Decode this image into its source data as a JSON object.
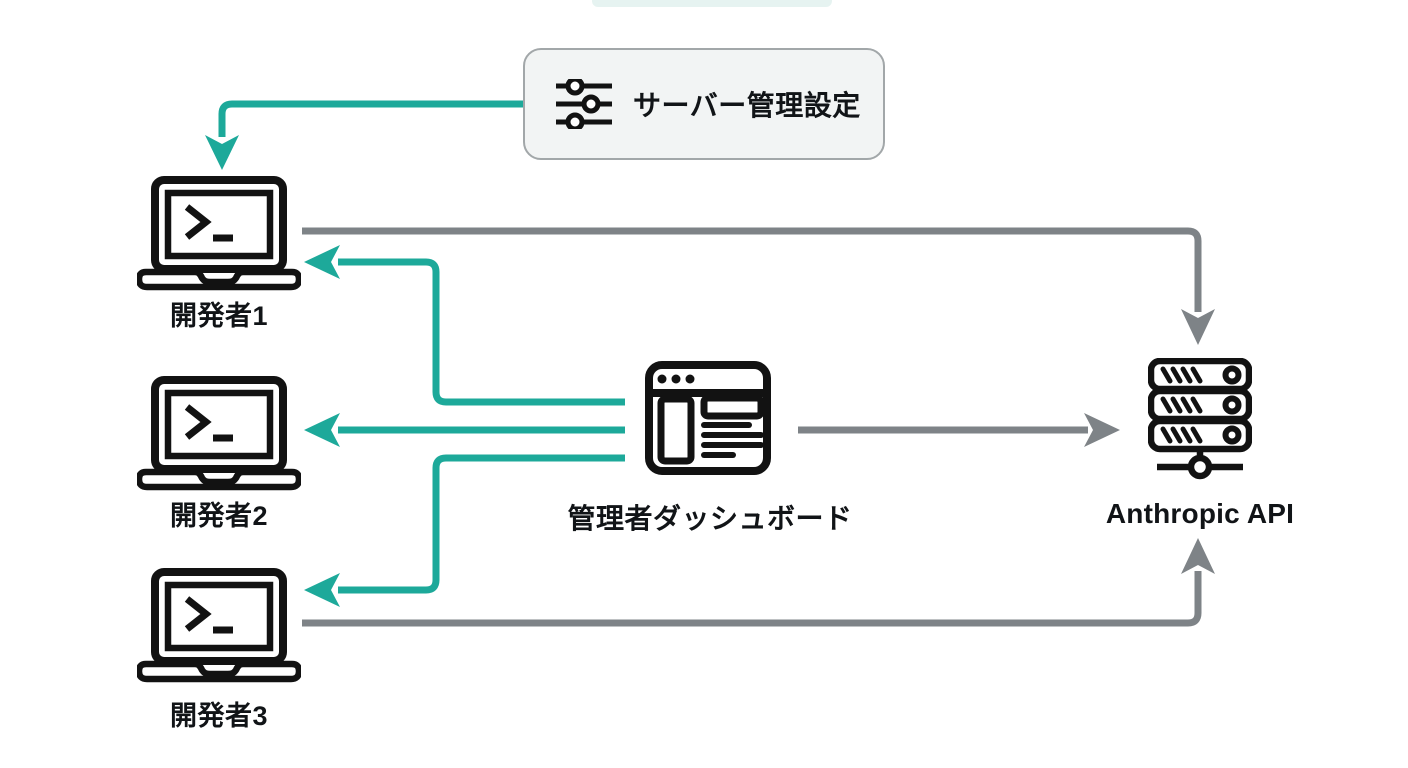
{
  "diagram": {
    "settings_label": "サーバー管理設定",
    "developers": [
      {
        "label": "開発者1"
      },
      {
        "label": "開発者2"
      },
      {
        "label": "開発者3"
      }
    ],
    "dashboard_label": "管理者ダッシュボード",
    "api_label": "Anthropic API"
  },
  "icons": {
    "settings": "sliders-icon",
    "developer": "terminal-laptop-icon",
    "dashboard": "browser-window-icon",
    "api": "server-rack-icon"
  },
  "colors": {
    "accent-teal": "#1da99a",
    "connector-gray": "#7e8387",
    "icon-black": "#121212",
    "settings-box-bg": "#f2f4f4",
    "settings-box-border": "#a2a7a9",
    "background": "#ffffff",
    "text": "#111417"
  }
}
